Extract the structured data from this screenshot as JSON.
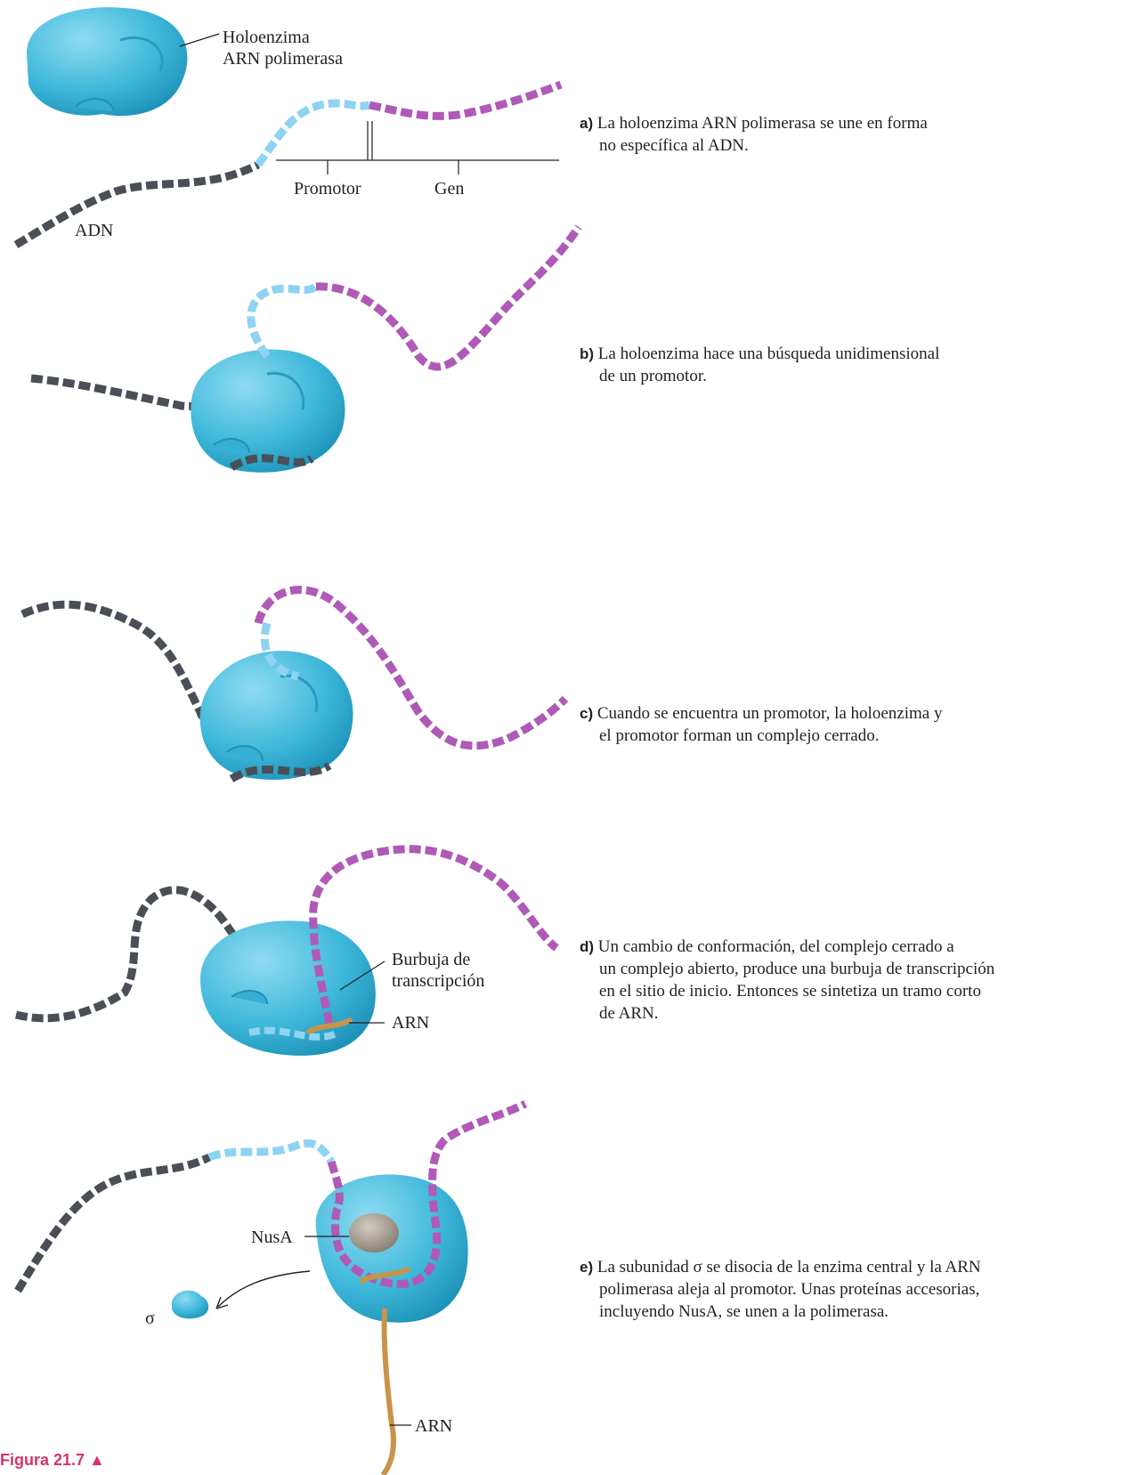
{
  "labels": {
    "holoenzyme_line1": "Holoenzima",
    "holoenzyme_line2": "ARN polimerasa",
    "promoter": "Promotor",
    "gene": "Gen",
    "dna": "ADN",
    "bubble_line1": "Burbuja de",
    "bubble_line2": "transcripción",
    "rna_d": "ARN",
    "nusa": "NusA",
    "sigma": "σ",
    "rna_e": "ARN"
  },
  "captions": [
    {
      "letter": "a)",
      "lines": [
        "La holoenzima ARN polimerasa se une en forma",
        "no específica al ADN."
      ]
    },
    {
      "letter": "b)",
      "lines": [
        "La holoenzima hace una búsqueda unidimensional",
        "de un promotor."
      ]
    },
    {
      "letter": "c)",
      "lines": [
        "Cuando se encuentra un promotor, la holoenzima y",
        "el promotor forman un complejo cerrado."
      ]
    },
    {
      "letter": "d)",
      "lines": [
        "Un cambio de conformación, del complejo cerrado a",
        "un complejo abierto, produce una burbuja de transcripción",
        "en el sitio de inicio. Entonces se sintetiza un tramo corto",
        "de ARN."
      ]
    },
    {
      "letter": "e)",
      "lines": [
        "La subunidad σ se disocia de la enzima central y la ARN",
        "polimerasa aleja al promotor. Unas proteínas accesorias,",
        "incluyendo NusA, se unen a la polimerasa."
      ]
    }
  ],
  "figure_label": "Figura 21.7 ▲",
  "colors": {
    "enzyme": "#4fc3e0",
    "dna": "#4a4f57",
    "promoter": "#8fd3f2",
    "gene": "#b05ab8",
    "rna": "#c8934a",
    "nusa": "#9c9488"
  }
}
